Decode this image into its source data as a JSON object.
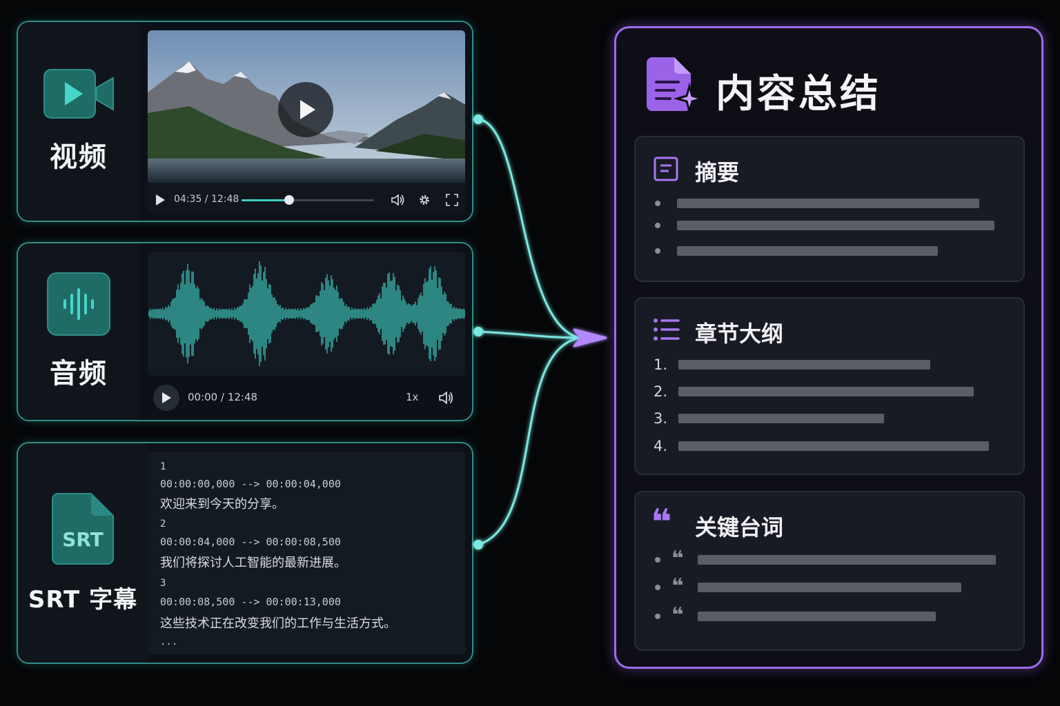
{
  "inputs": {
    "video": {
      "label": "视频",
      "icon": "video-camera-icon",
      "time": "04:35 / 12:48",
      "progress": 0.36
    },
    "audio": {
      "label": "音频",
      "icon": "audio-waveform-icon",
      "time": "00:00 / 12:48",
      "speed": "1x"
    },
    "subtitle": {
      "label": "SRT 字幕",
      "icon": "srt-file-icon",
      "icon_text": "SRT",
      "entries": [
        {
          "index": "1",
          "time": "00:00:00,000 --> 00:00:04,000",
          "text": "欢迎来到今天的分享。"
        },
        {
          "index": "2",
          "time": "00:00:04,000 --> 00:00:08,500",
          "text": "我们将探讨人工智能的最新进展。"
        },
        {
          "index": "3",
          "time": "00:00:08,500 --> 00:00:13,000",
          "text": "这些技术正在改变我们的工作与生活方式。"
        }
      ],
      "ellipsis": "..."
    }
  },
  "summary": {
    "title": "内容总结",
    "icon": "document-sparkle-icon",
    "sections": {
      "abstract": {
        "title": "摘要",
        "icon": "document-lines-icon"
      },
      "outline": {
        "title": "章节大纲",
        "icon": "list-icon",
        "numbers": [
          "1.",
          "2.",
          "3.",
          "4."
        ]
      },
      "quotes": {
        "title": "关键台词",
        "icon": "quote-icon",
        "quote_mark": "❝"
      }
    }
  },
  "colors": {
    "input_accent": "#3ecfc4",
    "summary_accent": "#9d6cf0"
  }
}
